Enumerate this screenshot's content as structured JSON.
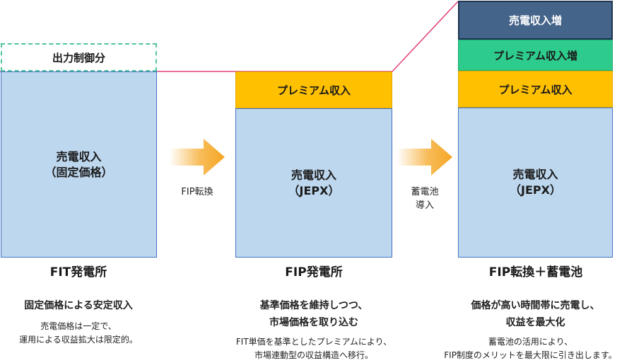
{
  "col1": {
    "cap": "出力制御分",
    "revenue": [
      "売電収入",
      "（固定価格）"
    ],
    "title": "FIT発電所",
    "subtitle": [
      "固定価格による安定収入"
    ],
    "desc": [
      "売電価格は一定で、",
      "運用による収益拡大は限定的。"
    ]
  },
  "arrow1": {
    "label": [
      "FIP転換"
    ]
  },
  "col2": {
    "premium": "プレミアム収入",
    "revenue": [
      "売電収入",
      "（JEPX）"
    ],
    "title": "FIP発電所",
    "subtitle": [
      "基準価格を維持しつつ、",
      "市場価格を取り込む"
    ],
    "desc": [
      "FIT単価を基準としたプレミアムにより、",
      "市場連動型の収益構造へ移行。"
    ]
  },
  "arrow2": {
    "label": [
      "蓄電池",
      "導入"
    ]
  },
  "col3": {
    "top": "売電収入増",
    "premium_up": "プレミアム収入増",
    "premium": "プレミアム収入",
    "revenue": [
      "売電収入",
      "（JEPX）"
    ],
    "title": "FIP転換＋蓄電池",
    "subtitle": [
      "価格が高い時間帯に売電し、",
      "収益を最大化"
    ],
    "desc": [
      "蓄電池の活用により、",
      "FIP制度のメリットを最大限に引き出します。"
    ]
  },
  "colors": {
    "revenue": "#bdd7ee",
    "premium": "#ffc000",
    "premium_up": "#2ecc8c",
    "top": "#44648a",
    "connector": "#e0407a",
    "arrow": "#f5a623"
  }
}
